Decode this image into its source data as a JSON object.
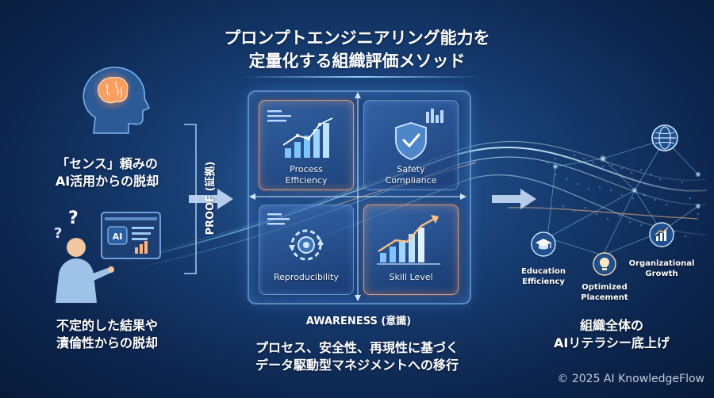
{
  "title": {
    "line1": "プロンプトエンジニアリング能力を",
    "line2": "定量化する組織評価メソッド"
  },
  "left": {
    "caption1": {
      "line1": "「センス」頼みの",
      "line2": "AI活用からの脱却"
    },
    "caption2": {
      "line1": "不定的した結果や",
      "line2": "漬倫性からの脱却"
    },
    "laptop_badge": "AI",
    "question_marks": "? ?"
  },
  "matrix": {
    "y_axis_label": "PROOF (証拠)",
    "x_axis_label": "AWARENESS (意識)",
    "quadrants": [
      {
        "id": "process",
        "line1": "Process",
        "line2": "Efficiency",
        "icon": "bar-chart-icon"
      },
      {
        "id": "safety",
        "line1": "Safety",
        "line2": "Compliance",
        "icon": "shield-check-icon"
      },
      {
        "id": "repro",
        "line1": "Reproducibility",
        "line2": "",
        "icon": "cycle-gear-icon"
      },
      {
        "id": "skill",
        "line1": "Skill Level",
        "line2": "",
        "icon": "growth-chart-icon"
      }
    ]
  },
  "bottom_center": {
    "line1": "プロセス、安全性、再現性に基づく",
    "line2": "データ駆動型マネジメントへの移行"
  },
  "right": {
    "nodes": [
      {
        "line1": "Education",
        "line2": "Efficiency",
        "icon": "graduation-cap-icon"
      },
      {
        "line1": "Optimized",
        "line2": "Placement",
        "icon": "lightbulb-icon"
      },
      {
        "line1": "Organizational",
        "line2": "Growth",
        "icon": "pie-chart-icon"
      }
    ],
    "globe_icon": "globe-icon",
    "caption": {
      "line1": "組織全体の",
      "line2": "AIリテラシー底上げ"
    }
  },
  "footer": {
    "copyright": "© 2025 AI KnowledgeFlow"
  }
}
